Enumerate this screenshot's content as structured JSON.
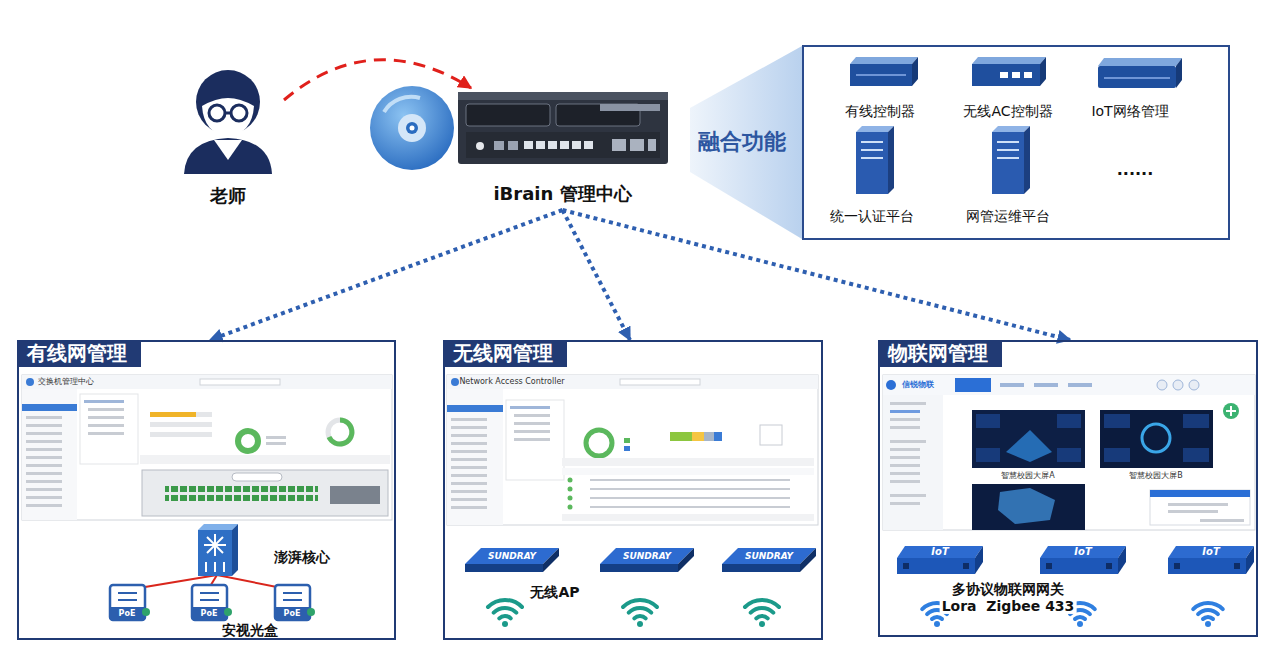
{
  "diagram": {
    "nodes": [
      {
        "text": [
          "老师"
        ]
      },
      {
        "text": [
          "iBrain 管理中心"
        ]
      },
      {
        "text": [
          "融合功能"
        ]
      },
      {
        "text": [
          "有线网管理"
        ]
      },
      {
        "text": [
          "无线网管理"
        ]
      },
      {
        "text": [
          "物联网管理"
        ]
      }
    ],
    "edges": [
      {
        "from": 0,
        "to": 1,
        "arrow": "to"
      },
      {
        "from": 1,
        "to": 3,
        "arrow": "to"
      },
      {
        "from": 1,
        "to": 4,
        "arrow": "to"
      },
      {
        "from": 1,
        "to": 5,
        "arrow": "to"
      }
    ],
    "labels": [
      "有线控制器",
      "无线AC控制器",
      "IoT网络管理",
      "统一认证平台",
      "网管运维平台",
      "......",
      "交换机管理中心",
      "澎湃核心",
      "PoE",
      "PoE",
      "PoE",
      "安视光盒",
      "Network Access Controller",
      "SUNDRAY",
      "SUNDRAY",
      "SUNDRAY",
      "无线AP",
      "信锐物联",
      "智慧校园大屏A",
      "智慧校园大屏B",
      "IoT",
      "IoT",
      "IoT",
      "多协议物联网网关",
      "Lora  Zigbee 433"
    ]
  }
}
